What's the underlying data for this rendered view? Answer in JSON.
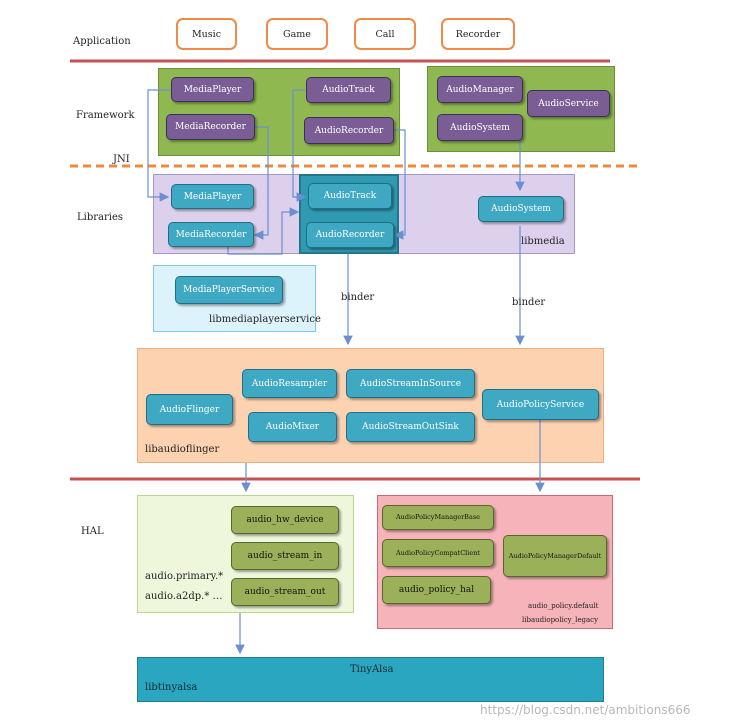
{
  "layers": {
    "application": "Application",
    "framework": "Framework",
    "jni": "JNI",
    "libraries": "Libraries",
    "hal": "HAL"
  },
  "apps": [
    "Music",
    "Game",
    "Call",
    "Recorder"
  ],
  "framework": {
    "media_player": "MediaPlayer",
    "media_recorder": "MediaRecorder",
    "audio_track": "AudioTrack",
    "audio_recorder": "AudioRecorder",
    "audio_manager": "AudioManager",
    "audio_system": "AudioSystem",
    "audio_service": "AudioService"
  },
  "libraries": {
    "media_player": "MediaPlayer",
    "media_recorder": "MediaRecorder",
    "audio_track": "AudioTrack",
    "audio_recorder": "AudioRecorder",
    "audio_system": "AudioSystem",
    "libmedia": "libmedia",
    "media_player_service": "MediaPlayerService",
    "libmediaplayerservice": "libmediaplayerservice",
    "binder_left": "binder",
    "binder_right": "binder"
  },
  "audioflinger": {
    "audio_flinger": "AudioFlinger",
    "audio_resampler": "AudioResampler",
    "audio_stream_in_source": "AudioStreamInSource",
    "audio_mixer": "AudioMixer",
    "audio_stream_out_sink": "AudioStreamOutSink",
    "audio_policy_service": "AudioPolicyService",
    "libaudioflinger": "libaudioflinger"
  },
  "hal": {
    "audio_hw_device": "audio_hw_device",
    "audio_stream_in": "audio_stream_in",
    "audio_stream_out": "audio_stream_out",
    "audio_primary": "audio.primary.*",
    "audio_a2dp": "audio.a2dp.* …",
    "policy_manager_base": "AudioPolicyManagerBase",
    "policy_compat_client": "AudioPolicyCompatClient",
    "policy_manager_default": "AudioPolicyManagerDefault",
    "audio_policy_hal": "audio_policy_hal",
    "audio_policy_default": "audio_policy.default",
    "libaudiopolicy_legacy": "libaudiopolicy_legacy"
  },
  "tinyalsa": {
    "title": "TinyAlsa",
    "lib": "libtinyalsa"
  },
  "watermark": "https://blog.csdn.net/ambitions666",
  "colors": {
    "separator_red": "#c45350",
    "separator_orange": "#ec8a3c",
    "framework_green": "#8fb851",
    "libraries_lavender": "#ddd0ec",
    "purple_box": "#7a5d95",
    "teal_box": "#3fa9c4",
    "audioflinger_orange": "#fcd2b1",
    "hal_green": "#eef7dc",
    "hal_pink": "#f6b3b9",
    "olive_box": "#9ab15a",
    "tinyalsa_blue": "#2aa6c0",
    "arrow_blue": "#6b8fd0"
  }
}
